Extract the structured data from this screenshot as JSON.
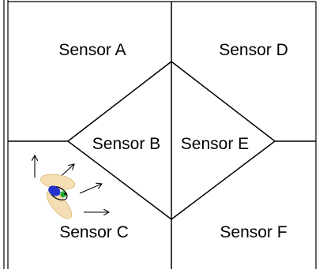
{
  "sensors": {
    "a": "Sensor A",
    "b": "Sensor B",
    "c": "Sensor C",
    "d": "Sensor D",
    "e": "Sensor E",
    "f": "Sensor F"
  },
  "colors": {
    "lines": "#000000",
    "wing_fill": "#f5deb3",
    "body_fill": "#2233cc",
    "head_fill": "#22aa33"
  },
  "icons": {
    "insect": "fly-icon",
    "movement_arrows": "arrow-icon"
  }
}
